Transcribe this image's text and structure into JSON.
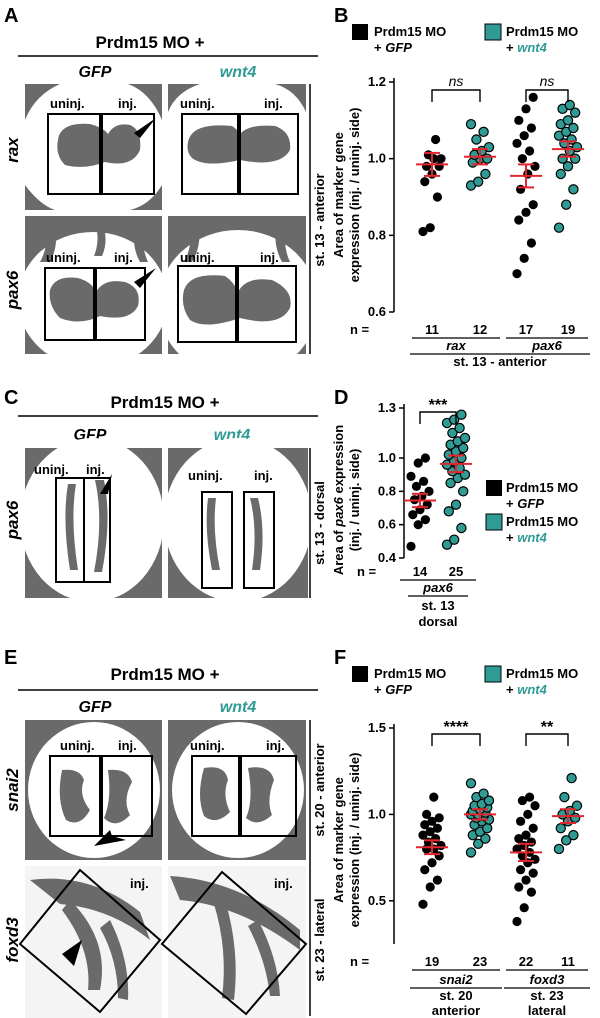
{
  "colors": {
    "control": "#000000",
    "rescue": "#2f9b94",
    "mean": "#e0262e",
    "tissue": "#6a6a6a",
    "bg": "#ffffff"
  },
  "labels": {
    "A": "A",
    "B": "B",
    "C": "C",
    "D": "D",
    "E": "E",
    "F": "F",
    "header": "Prdm15 MO +",
    "gfp": "GFP",
    "wnt4": "wnt4",
    "uninj": "uninj.",
    "inj": "inj.",
    "rax": "rax",
    "pax6": "pax6",
    "snai2": "snai2",
    "foxd3": "foxd3",
    "st13_anterior": "st. 13 - anterior",
    "st13_dorsal": "st. 13 - dorsal",
    "st20_anterior": "st. 20 - anterior",
    "st23_lateral": "st. 23 - lateral"
  },
  "legend": {
    "mo": "Prdm15 MO",
    "plus": "+ ",
    "gfp": "GFP",
    "wnt4": "wnt4"
  },
  "axis": {
    "ylabel_line1": "Area of marker gene",
    "ylabel_line2": "expression (inj. / uninj. side)",
    "d_ylabel_pre": "Area of ",
    "d_ylabel_gene": "pax6",
    "d_ylabel_post": " expression",
    "d_ylabel_line2": "(inj. / uninj. side)",
    "n_label": "n ="
  },
  "chart_data": [
    {
      "id": "B",
      "type": "scatter",
      "ylim": [
        0.6,
        1.2
      ],
      "yticks": [
        "0.6",
        "0.8",
        "1.0",
        "1.2"
      ],
      "groups": [
        {
          "n": "11",
          "color": "control",
          "mean": 0.985,
          "sem": 0.03,
          "values": [
            0.81,
            0.82,
            0.9,
            0.94,
            0.96,
            0.98,
            0.98,
            1.0,
            1.0,
            1.01,
            1.05
          ]
        },
        {
          "n": "12",
          "color": "rescue",
          "mean": 1.005,
          "sem": 0.02,
          "values": [
            0.93,
            0.94,
            0.96,
            0.99,
            1.0,
            1.0,
            1.01,
            1.02,
            1.03,
            1.05,
            1.07,
            1.09
          ]
        },
        {
          "n": "17",
          "color": "control",
          "mean": 0.955,
          "sem": 0.03,
          "values": [
            0.7,
            0.74,
            0.78,
            0.84,
            0.86,
            0.88,
            0.92,
            0.96,
            0.98,
            1.0,
            1.02,
            1.04,
            1.06,
            1.08,
            1.1,
            1.13,
            1.16
          ]
        },
        {
          "n": "19",
          "color": "rescue",
          "mean": 1.025,
          "sem": 0.02,
          "values": [
            0.82,
            0.88,
            0.92,
            0.96,
            0.98,
            1.0,
            1.0,
            1.02,
            1.03,
            1.04,
            1.05,
            1.06,
            1.07,
            1.08,
            1.09,
            1.1,
            1.12,
            1.13,
            1.14
          ]
        }
      ],
      "group_labels": [
        {
          "text": "rax",
          "span": [
            0,
            1
          ]
        },
        {
          "text": "pax6",
          "span": [
            2,
            3
          ]
        }
      ],
      "stage_label": "st. 13 - anterior",
      "comparisons": [
        {
          "from": 0,
          "to": 1,
          "label": "ns"
        },
        {
          "from": 2,
          "to": 3,
          "label": "ns"
        }
      ]
    },
    {
      "id": "D",
      "type": "scatter",
      "ylim": [
        0.4,
        1.3
      ],
      "yticks": [
        "0.4",
        "0.6",
        "0.8",
        "1.0",
        "1.3"
      ],
      "groups": [
        {
          "n": "14",
          "color": "control",
          "mean": 0.745,
          "sem": 0.04,
          "values": [
            0.47,
            0.6,
            0.63,
            0.66,
            0.69,
            0.72,
            0.75,
            0.77,
            0.8,
            0.83,
            0.86,
            0.89,
            0.97,
            1.0
          ]
        },
        {
          "n": "25",
          "color": "rescue",
          "mean": 0.965,
          "sem": 0.05,
          "values": [
            0.48,
            0.51,
            0.58,
            0.68,
            0.72,
            0.8,
            0.85,
            0.88,
            0.9,
            0.92,
            0.94,
            0.96,
            0.98,
            1.0,
            1.02,
            1.04,
            1.06,
            1.08,
            1.1,
            1.12,
            1.15,
            1.18,
            1.21,
            1.23,
            1.26
          ]
        }
      ],
      "group_labels": [
        {
          "text": "pax6",
          "span": [
            0,
            1
          ]
        }
      ],
      "stage_label_lines": [
        "st. 13",
        "dorsal"
      ],
      "comparisons": [
        {
          "from": 0,
          "to": 1,
          "label": "***"
        }
      ]
    },
    {
      "id": "F",
      "type": "scatter",
      "ylim": [
        0.25,
        1.5
      ],
      "yticks": [
        "0.5",
        "1.0",
        "1.5"
      ],
      "groups": [
        {
          "n": "19",
          "color": "control",
          "mean": 0.81,
          "sem": 0.04,
          "values": [
            0.48,
            0.58,
            0.62,
            0.68,
            0.72,
            0.76,
            0.8,
            0.8,
            0.82,
            0.84,
            0.86,
            0.88,
            0.9,
            0.92,
            0.94,
            0.96,
            0.98,
            1.0,
            1.1
          ]
        },
        {
          "n": "23",
          "color": "rescue",
          "mean": 1.0,
          "sem": 0.03,
          "values": [
            0.78,
            0.83,
            0.86,
            0.88,
            0.9,
            0.92,
            0.94,
            0.96,
            0.97,
            0.98,
            0.99,
            1.0,
            1.0,
            1.01,
            1.02,
            1.03,
            1.04,
            1.05,
            1.06,
            1.08,
            1.1,
            1.12,
            1.18
          ]
        },
        {
          "n": "22",
          "color": "control",
          "mean": 0.78,
          "sem": 0.05,
          "values": [
            0.38,
            0.46,
            0.55,
            0.58,
            0.62,
            0.66,
            0.68,
            0.72,
            0.74,
            0.76,
            0.78,
            0.8,
            0.82,
            0.84,
            0.86,
            0.88,
            0.92,
            0.96,
            1.0,
            1.05,
            1.08,
            1.1
          ]
        },
        {
          "n": "11",
          "color": "rescue",
          "mean": 0.99,
          "sem": 0.04,
          "values": [
            0.8,
            0.85,
            0.88,
            0.92,
            0.96,
            0.98,
            1.0,
            1.02,
            1.05,
            1.1,
            1.21
          ]
        }
      ],
      "group_labels": [
        {
          "text": "snai2",
          "span": [
            0,
            1
          ]
        },
        {
          "text": "foxd3",
          "span": [
            2,
            3
          ]
        }
      ],
      "stage_labels": [
        {
          "lines": [
            "st. 20",
            "anterior"
          ],
          "span": [
            0,
            1
          ]
        },
        {
          "lines": [
            "st. 23",
            "lateral"
          ],
          "span": [
            2,
            3
          ]
        }
      ],
      "comparisons": [
        {
          "from": 0,
          "to": 1,
          "label": "****"
        },
        {
          "from": 2,
          "to": 3,
          "label": "**"
        }
      ]
    }
  ]
}
